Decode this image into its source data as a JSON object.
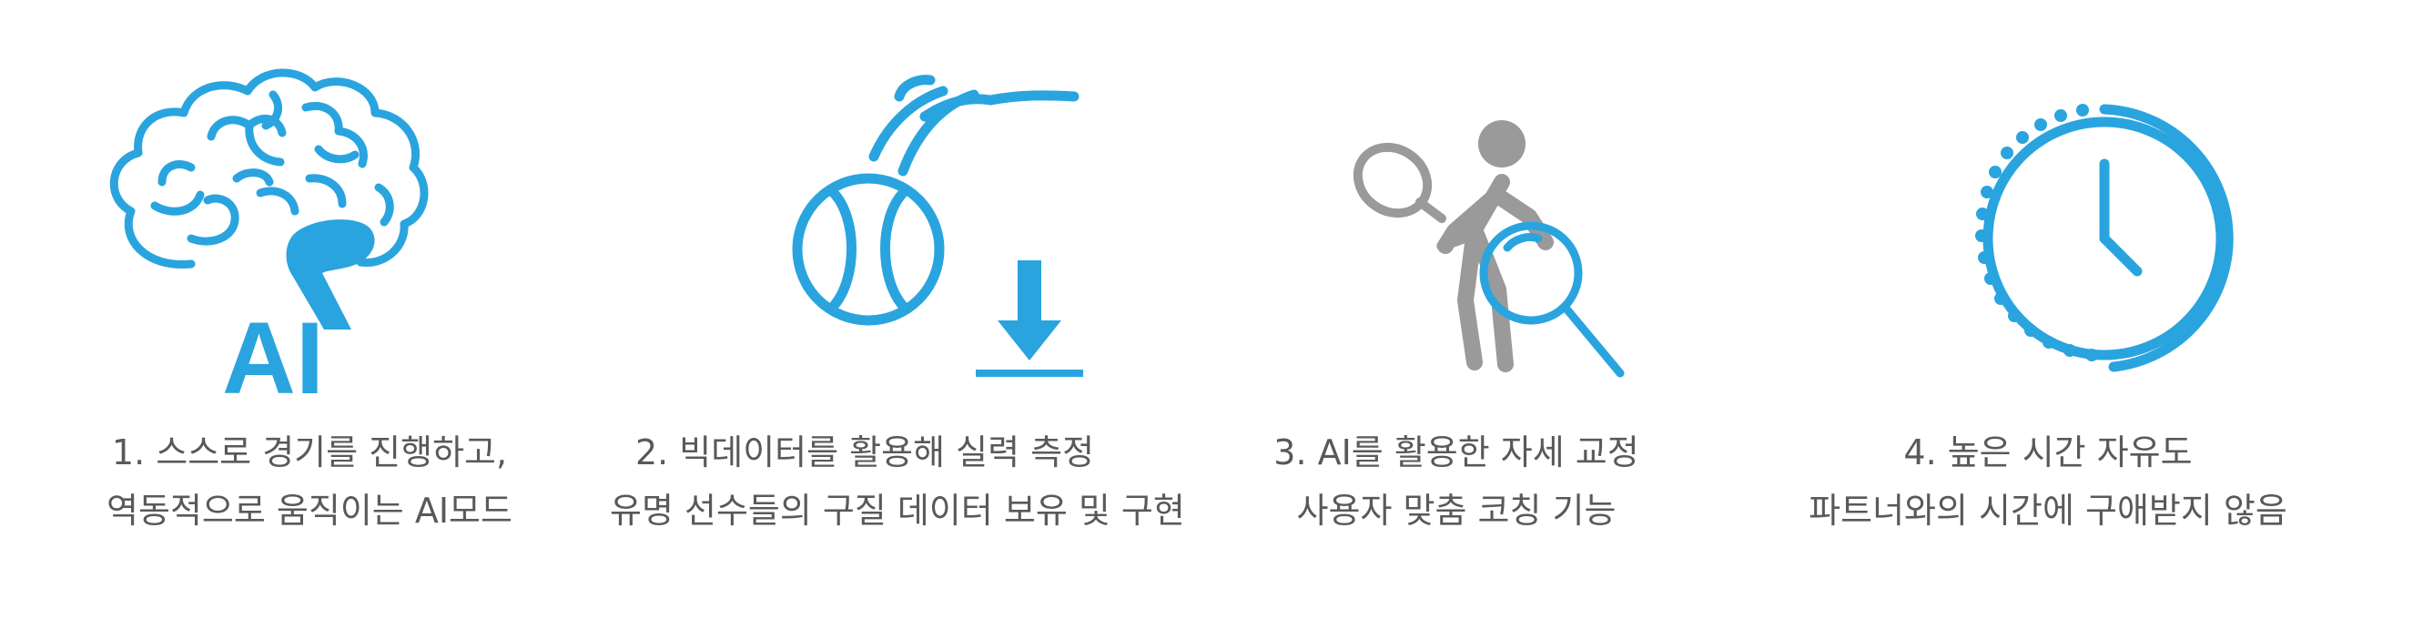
{
  "colors": {
    "accent": "#2aa4df",
    "figure_gray": "#9a9a9a",
    "text": "#595959",
    "background": "#ffffff"
  },
  "features": [
    {
      "icon": "brain-ai-icon",
      "icon_text": "AI",
      "line1": "1. 스스로 경기를 진행하고,",
      "line2": "역동적으로 움직이는 AI모드"
    },
    {
      "icon": "tennis-ball-download-icon",
      "line1": "2. 빅데이터를 활용해 실력 측정",
      "line2": "유명 선수들의 구질 데이터 보유 및 구현"
    },
    {
      "icon": "tennis-player-magnifier-icon",
      "line1": "3. AI를 활용한 자세 교정",
      "line2": "사용자 맞춤 코칭 기능"
    },
    {
      "icon": "clock-icon",
      "line1": "4. 높은 시간 자유도",
      "line2": "파트너와의 시간에 구애받지 않음"
    }
  ]
}
